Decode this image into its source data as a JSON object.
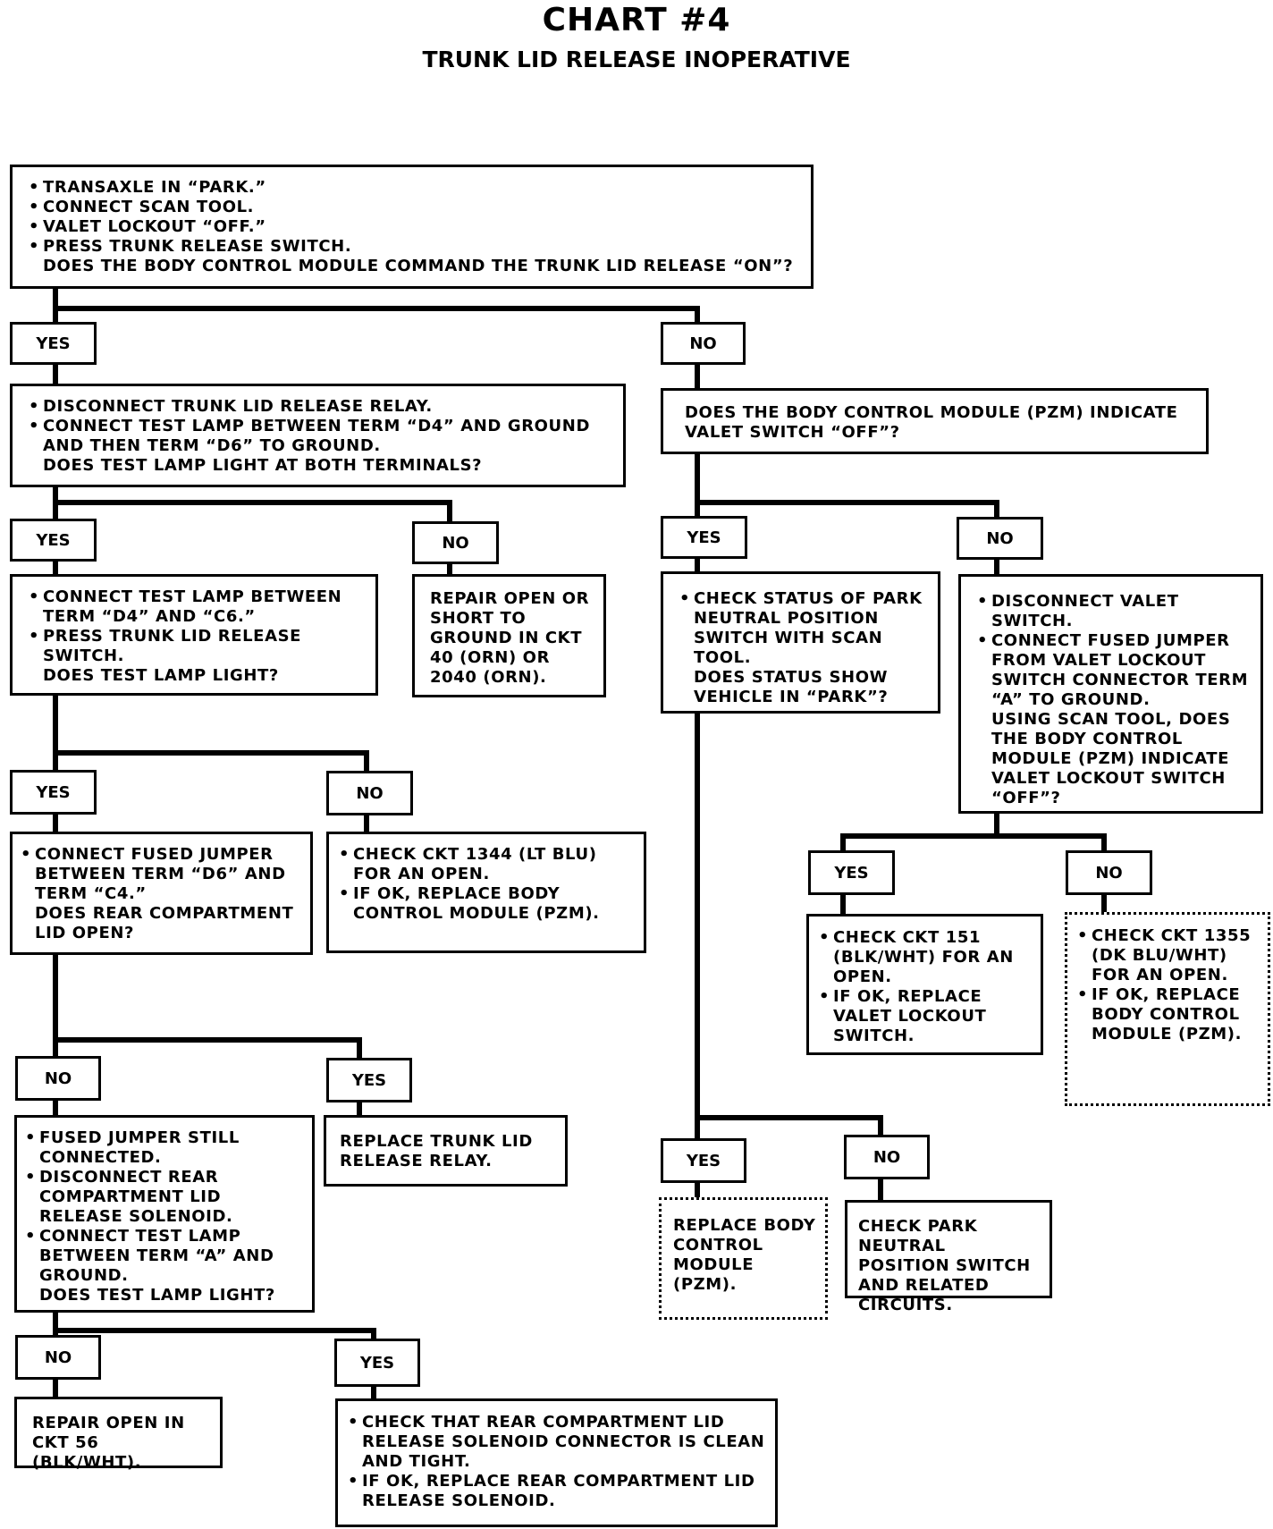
{
  "header": {
    "title": "CHART #4",
    "subtitle": "TRUNK LID RELEASE INOPERATIVE"
  },
  "labels": {
    "yes": "YES",
    "no": "NO"
  },
  "nodes": {
    "start": {
      "bullets": [
        "TRANSAXLE IN “PARK.”",
        "CONNECT SCAN TOOL.",
        "VALET LOCKOUT “OFF.”",
        "PRESS TRUNK RELEASE SWITCH."
      ],
      "question": "DOES THE BODY CONTROL MODULE COMMAND THE TRUNK LID RELEASE “ON”?"
    },
    "relay_test": {
      "bullets": [
        "DISCONNECT TRUNK LID RELEASE RELAY.",
        "CONNECT TEST LAMP BETWEEN TERM “D4” AND GROUND AND THEN TERM “D6” TO GROUND."
      ],
      "question": "DOES TEST LAMP LIGHT AT BOTH TERMINALS?"
    },
    "valet_switch_query": {
      "text": "DOES THE BODY CONTROL MODULE (PZM) INDICATE VALET SWITCH “OFF”?"
    },
    "lamp_d4_c6": {
      "bullets": [
        "CONNECT TEST LAMP BETWEEN TERM “D4” AND “C6.”",
        "PRESS TRUNK LID RELEASE SWITCH."
      ],
      "question": "DOES TEST LAMP LIGHT?"
    },
    "repair_open_ckt40": {
      "text": "REPAIR OPEN OR SHORT TO GROUND IN CKT 40 (ORN) OR 2040 (ORN)."
    },
    "check_park_status": {
      "bullets": [
        "CHECK STATUS OF PARK NEUTRAL POSITION SWITCH WITH SCAN TOOL."
      ],
      "question": "DOES STATUS SHOW VEHICLE IN “PARK”?"
    },
    "disconnect_valet": {
      "bullets": [
        "DISCONNECT VALET SWITCH.",
        "CONNECT FUSED JUMPER FROM VALET LOCKOUT SWITCH CONNECTOR TERM “A” TO GROUND."
      ],
      "question": "USING SCAN TOOL, DOES THE BODY CONTROL MODULE (PZM) INDICATE VALET LOCKOUT SWITCH “OFF”?"
    },
    "fused_jumper_d6_c4": {
      "bullets": [
        "CONNECT FUSED JUMPER BETWEEN TERM “D6” AND TERM “C4.”"
      ],
      "question": "DOES REAR COMPARTMENT LID OPEN?"
    },
    "check_ckt1344": {
      "bullets": [
        "CHECK CKT 1344 (LT BLU) FOR AN OPEN.",
        "IF OK, REPLACE BODY CONTROL MODULE (PZM)."
      ]
    },
    "check_ckt151": {
      "bullets": [
        "CHECK CKT 151 (BLK/WHT) FOR AN OPEN.",
        "IF OK, REPLACE VALET LOCKOUT SWITCH."
      ]
    },
    "check_ckt1355": {
      "bullets": [
        "CHECK CKT 1355 (DK BLU/WHT) FOR AN OPEN.",
        "IF OK, REPLACE BODY CONTROL MODULE (PZM)."
      ]
    },
    "fused_jumper_still": {
      "bullets": [
        "FUSED JUMPER STILL CONNECTED.",
        "DISCONNECT REAR COMPARTMENT LID RELEASE SOLENOID.",
        "CONNECT TEST LAMP BETWEEN TERM “A” AND GROUND."
      ],
      "question": "DOES TEST LAMP LIGHT?"
    },
    "replace_relay": {
      "text": "REPLACE TRUNK LID RELEASE RELAY."
    },
    "replace_bcm": {
      "text": "REPLACE BODY CONTROL MODULE (PZM)."
    },
    "check_park_switch": {
      "text": "CHECK PARK NEUTRAL POSITION SWITCH AND RELATED CIRCUITS."
    },
    "repair_ckt56": {
      "text": "REPAIR OPEN IN CKT 56 (BLK/WHT)."
    },
    "check_solenoid_connector": {
      "bullets": [
        "CHECK THAT REAR COMPARTMENT LID RELEASE SOLENOID CONNECTOR IS CLEAN AND TIGHT.",
        "IF OK, REPLACE REAR COMPARTMENT LID RELEASE SOLENOID."
      ]
    }
  }
}
